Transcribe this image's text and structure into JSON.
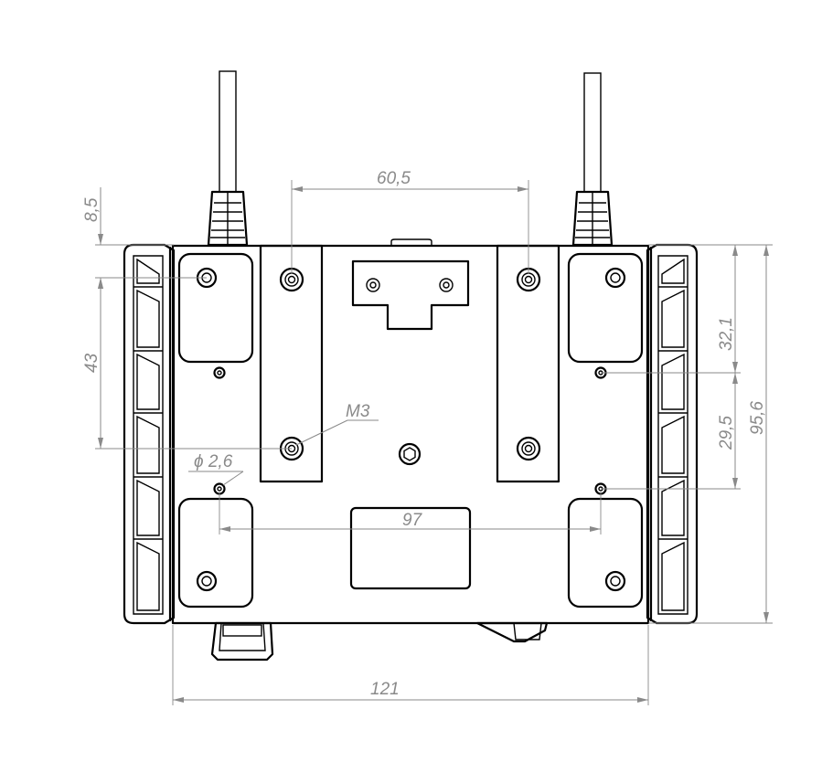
{
  "dimensions": {
    "top_gap": "8,5",
    "left_hole_pitch": "43",
    "strip_spacing": "60,5",
    "upper_hole_to_slot": "32,1",
    "slot_to_lower_hole": "29,5",
    "overall_depth": "95,6",
    "thread": "M3",
    "hole_diameter": "ϕ 2,6",
    "hole_span": "97",
    "overall_width": "121"
  }
}
